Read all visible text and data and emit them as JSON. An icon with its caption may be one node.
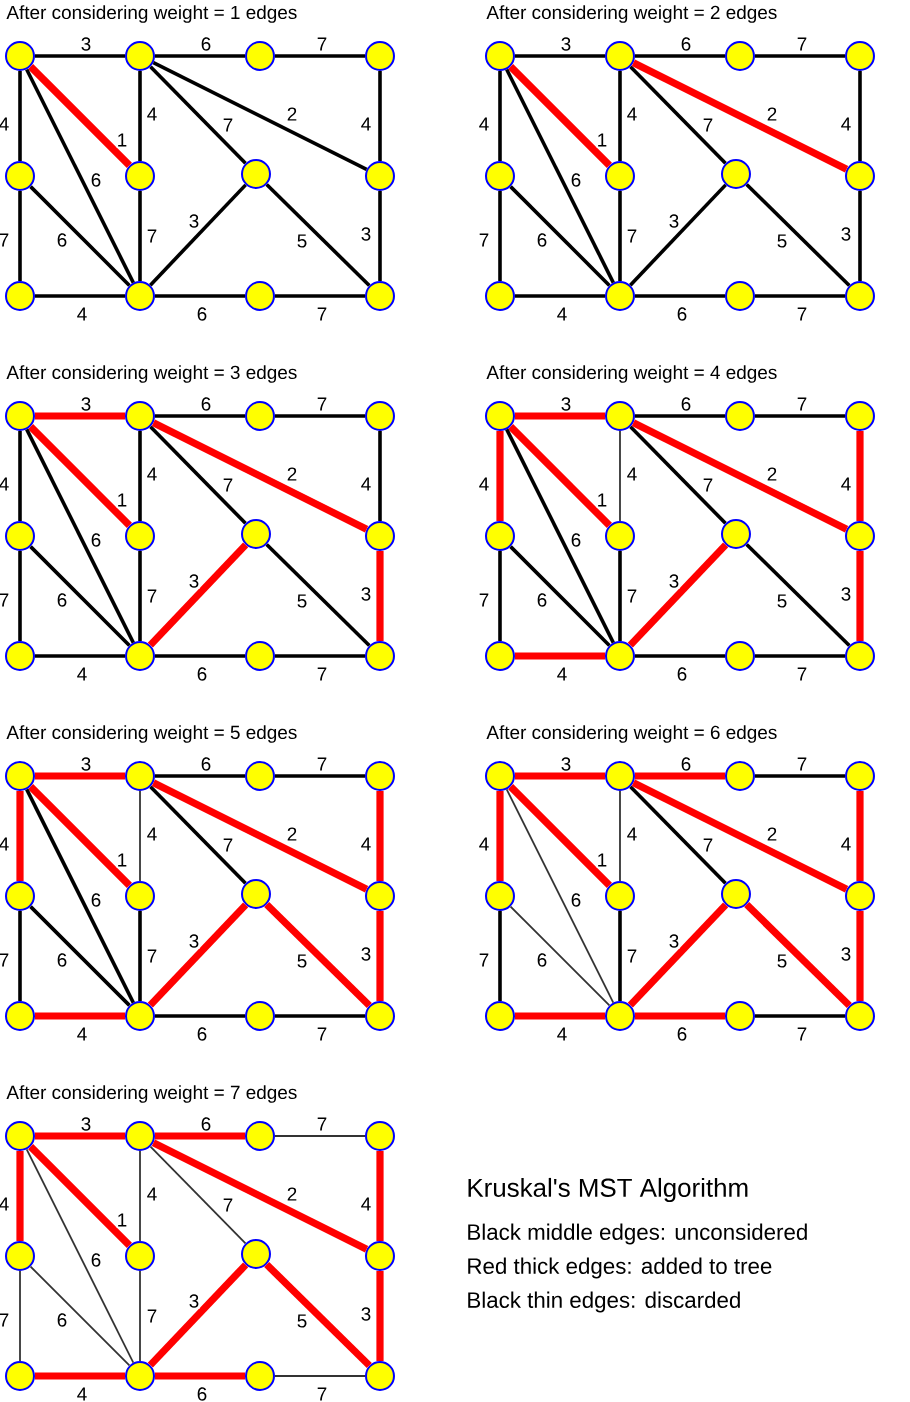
{
  "diagram": {
    "nodes": [
      {
        "text": [],
        "shape": "circle"
      },
      {
        "text": [],
        "shape": "circle"
      },
      {
        "text": [],
        "shape": "circle"
      },
      {
        "text": [],
        "shape": "circle"
      },
      {
        "text": [],
        "shape": "circle"
      },
      {
        "text": [],
        "shape": "circle"
      },
      {
        "text": [],
        "shape": "circle"
      },
      {
        "text": [],
        "shape": "circle"
      },
      {
        "text": [],
        "shape": "circle"
      },
      {
        "text": [],
        "shape": "circle"
      },
      {
        "text": [],
        "shape": "circle"
      },
      {
        "text": [],
        "shape": "circle"
      },
      {
        "text": [],
        "shape": "circle"
      },
      {
        "text": [],
        "shape": "circle"
      },
      {
        "text": [],
        "shape": "circle"
      },
      {
        "text": [],
        "shape": "circle"
      },
      {
        "text": [],
        "shape": "circle"
      },
      {
        "text": [],
        "shape": "circle"
      },
      {
        "text": [],
        "shape": "circle"
      },
      {
        "text": [],
        "shape": "circle"
      },
      {
        "text": [],
        "shape": "circle"
      },
      {
        "text": [],
        "shape": "circle"
      },
      {
        "text": [],
        "shape": "circle"
      },
      {
        "text": [],
        "shape": "circle"
      },
      {
        "text": [],
        "shape": "circle"
      },
      {
        "text": [],
        "shape": "circle"
      },
      {
        "text": [],
        "shape": "circle"
      },
      {
        "text": [],
        "shape": "circle"
      },
      {
        "text": [],
        "shape": "circle"
      },
      {
        "text": [],
        "shape": "circle"
      },
      {
        "text": [],
        "shape": "circle"
      },
      {
        "text": [],
        "shape": "circle"
      },
      {
        "text": [],
        "shape": "circle"
      },
      {
        "text": [],
        "shape": "circle"
      },
      {
        "text": [],
        "shape": "circle"
      },
      {
        "text": [],
        "shape": "circle"
      },
      {
        "text": [],
        "shape": "circle"
      },
      {
        "text": [],
        "shape": "circle"
      },
      {
        "text": [],
        "shape": "circle"
      },
      {
        "text": [],
        "shape": "circle"
      },
      {
        "text": [],
        "shape": "circle"
      },
      {
        "text": [],
        "shape": "circle"
      },
      {
        "text": [],
        "shape": "circle"
      },
      {
        "text": [],
        "shape": "circle"
      },
      {
        "text": [],
        "shape": "circle"
      },
      {
        "text": [],
        "shape": "circle"
      },
      {
        "text": [],
        "shape": "circle"
      },
      {
        "text": [],
        "shape": "circle"
      },
      {
        "text": [],
        "shape": "circle"
      },
      {
        "text": [],
        "shape": "circle"
      },
      {
        "text": [],
        "shape": "circle"
      },
      {
        "text": [],
        "shape": "circle"
      },
      {
        "text": [],
        "shape": "circle"
      },
      {
        "text": [],
        "shape": "circle"
      },
      {
        "text": [],
        "shape": "circle"
      },
      {
        "text": [],
        "shape": "circle"
      },
      {
        "text": [],
        "shape": "circle"
      },
      {
        "text": [],
        "shape": "circle"
      },
      {
        "text": [],
        "shape": "circle"
      },
      {
        "text": [],
        "shape": "circle"
      },
      {
        "text": [],
        "shape": "circle"
      },
      {
        "text": [],
        "shape": "circle"
      },
      {
        "text": [],
        "shape": "circle"
      },
      {
        "text": [],
        "shape": "circle"
      },
      {
        "text": [],
        "shape": "circle"
      },
      {
        "text": [],
        "shape": "circle"
      },
      {
        "text": [],
        "shape": "circle"
      },
      {
        "text": [],
        "shape": "circle"
      },
      {
        "text": [],
        "shape": "circle"
      },
      {
        "text": [],
        "shape": "circle"
      },
      {
        "text": [],
        "shape": "circle"
      },
      {
        "text": [],
        "shape": "circle"
      },
      {
        "text": [],
        "shape": "circle"
      },
      {
        "text": [],
        "shape": "circle"
      },
      {
        "text": [],
        "shape": "circle"
      },
      {
        "text": [],
        "shape": "circle"
      },
      {
        "text": [],
        "shape": "circle"
      },
      {
        "text": [],
        "shape": "circle"
      },
      {
        "text": [],
        "shape": "circle"
      },
      {
        "text": [],
        "shape": "circle"
      },
      {
        "text": [],
        "shape": "circle"
      },
      {
        "text": [],
        "shape": "circle"
      },
      {
        "text": [],
        "shape": "circle"
      },
      {
        "text": [],
        "shape": "circle"
      }
    ],
    "edges": [
      {
        "from": 0,
        "to": 1,
        "arrow": "none",
        "label": "3"
      },
      {
        "from": 1,
        "to": 2,
        "arrow": "none",
        "label": "6"
      },
      {
        "from": 2,
        "to": 3,
        "arrow": "none",
        "label": "7"
      },
      {
        "from": 0,
        "to": 4,
        "arrow": "none",
        "label": "4"
      },
      {
        "from": 4,
        "to": 8,
        "arrow": "none",
        "label": "7"
      },
      {
        "from": 8,
        "to": 9,
        "arrow": "none",
        "label": "4"
      },
      {
        "from": 9,
        "to": 10,
        "arrow": "none",
        "label": "6"
      },
      {
        "from": 10,
        "to": 11,
        "arrow": "none",
        "label": "7"
      },
      {
        "from": 3,
        "to": 7,
        "arrow": "none",
        "label": "4"
      },
      {
        "from": 7,
        "to": 11,
        "arrow": "none",
        "label": "3"
      },
      {
        "from": 0,
        "to": 5,
        "arrow": "none",
        "label": "1",
        "style": "thick",
        "color": "#ff0000"
      },
      {
        "from": 0,
        "to": 9,
        "arrow": "none",
        "label": "6"
      },
      {
        "from": 1,
        "to": 5,
        "arrow": "none",
        "label": "4"
      },
      {
        "from": 5,
        "to": 9,
        "arrow": "none",
        "label": "7"
      },
      {
        "from": 4,
        "to": 9,
        "arrow": "none",
        "label": "6"
      },
      {
        "from": 1,
        "to": 6,
        "arrow": "none",
        "label": "7"
      },
      {
        "from": 1,
        "to": 7,
        "arrow": "none",
        "label": "2"
      },
      {
        "from": 6,
        "to": 9,
        "arrow": "none",
        "label": "3"
      },
      {
        "from": 6,
        "to": 11,
        "arrow": "none",
        "label": "5"
      },
      {
        "from": 12,
        "to": 13,
        "arrow": "none",
        "label": "3"
      },
      {
        "from": 13,
        "to": 14,
        "arrow": "none",
        "label": "6"
      },
      {
        "from": 14,
        "to": 15,
        "arrow": "none",
        "label": "7"
      },
      {
        "from": 12,
        "to": 16,
        "arrow": "none",
        "label": "4"
      },
      {
        "from": 16,
        "to": 20,
        "arrow": "none",
        "label": "7"
      },
      {
        "from": 20,
        "to": 21,
        "arrow": "none",
        "label": "4"
      },
      {
        "from": 21,
        "to": 22,
        "arrow": "none",
        "label": "6"
      },
      {
        "from": 22,
        "to": 23,
        "arrow": "none",
        "label": "7"
      },
      {
        "from": 15,
        "to": 19,
        "arrow": "none",
        "label": "4"
      },
      {
        "from": 19,
        "to": 23,
        "arrow": "none",
        "label": "3"
      },
      {
        "from": 12,
        "to": 17,
        "arrow": "none",
        "label": "1",
        "style": "thick",
        "color": "#ff0000"
      },
      {
        "from": 12,
        "to": 21,
        "arrow": "none",
        "label": "6"
      },
      {
        "from": 13,
        "to": 17,
        "arrow": "none",
        "label": "4"
      },
      {
        "from": 17,
        "to": 21,
        "arrow": "none",
        "label": "7"
      },
      {
        "from": 16,
        "to": 21,
        "arrow": "none",
        "label": "6"
      },
      {
        "from": 13,
        "to": 18,
        "arrow": "none",
        "label": "7"
      },
      {
        "from": 13,
        "to": 19,
        "arrow": "none",
        "label": "2",
        "style": "thick",
        "color": "#ff0000"
      },
      {
        "from": 18,
        "to": 21,
        "arrow": "none",
        "label": "3"
      },
      {
        "from": 18,
        "to": 23,
        "arrow": "none",
        "label": "5"
      },
      {
        "from": 24,
        "to": 25,
        "arrow": "none",
        "label": "3",
        "style": "thick",
        "color": "#ff0000"
      },
      {
        "from": 25,
        "to": 26,
        "arrow": "none",
        "label": "6"
      },
      {
        "from": 26,
        "to": 27,
        "arrow": "none",
        "label": "7"
      },
      {
        "from": 24,
        "to": 28,
        "arrow": "none",
        "label": "4"
      },
      {
        "from": 28,
        "to": 32,
        "arrow": "none",
        "label": "7"
      },
      {
        "from": 32,
        "to": 33,
        "arrow": "none",
        "label": "4"
      },
      {
        "from": 33,
        "to": 34,
        "arrow": "none",
        "label": "6"
      },
      {
        "from": 34,
        "to": 35,
        "arrow": "none",
        "label": "7"
      },
      {
        "from": 27,
        "to": 31,
        "arrow": "none",
        "label": "4"
      },
      {
        "from": 31,
        "to": 35,
        "arrow": "none",
        "label": "3",
        "style": "thick",
        "color": "#ff0000"
      },
      {
        "from": 24,
        "to": 29,
        "arrow": "none",
        "label": "1",
        "style": "thick",
        "color": "#ff0000"
      },
      {
        "from": 24,
        "to": 33,
        "arrow": "none",
        "label": "6"
      },
      {
        "from": 25,
        "to": 29,
        "arrow": "none",
        "label": "4"
      },
      {
        "from": 29,
        "to": 33,
        "arrow": "none",
        "label": "7"
      },
      {
        "from": 28,
        "to": 33,
        "arrow": "none",
        "label": "6"
      },
      {
        "from": 25,
        "to": 30,
        "arrow": "none",
        "label": "7"
      },
      {
        "from": 25,
        "to": 31,
        "arrow": "none",
        "label": "2",
        "style": "thick",
        "color": "#ff0000"
      },
      {
        "from": 30,
        "to": 33,
        "arrow": "none",
        "label": "3",
        "style": "thick",
        "color": "#ff0000"
      },
      {
        "from": 30,
        "to": 35,
        "arrow": "none",
        "label": "5"
      },
      {
        "from": 36,
        "to": 37,
        "arrow": "none",
        "label": "3",
        "style": "thick",
        "color": "#ff0000"
      },
      {
        "from": 37,
        "to": 38,
        "arrow": "none",
        "label": "6"
      },
      {
        "from": 38,
        "to": 39,
        "arrow": "none",
        "label": "7"
      },
      {
        "from": 36,
        "to": 40,
        "arrow": "none",
        "label": "4",
        "style": "thick",
        "color": "#ff0000"
      },
      {
        "from": 40,
        "to": 44,
        "arrow": "none",
        "label": "7"
      },
      {
        "from": 44,
        "to": 45,
        "arrow": "none",
        "label": "4",
        "style": "thick",
        "color": "#ff0000"
      },
      {
        "from": 45,
        "to": 46,
        "arrow": "none",
        "label": "6"
      },
      {
        "from": 46,
        "to": 47,
        "arrow": "none",
        "label": "7"
      },
      {
        "from": 39,
        "to": 43,
        "arrow": "none",
        "label": "4",
        "style": "thick",
        "color": "#ff0000"
      },
      {
        "from": 43,
        "to": 47,
        "arrow": "none",
        "label": "3",
        "style": "thick",
        "color": "#ff0000"
      },
      {
        "from": 36,
        "to": 41,
        "arrow": "none",
        "label": "1",
        "style": "thick",
        "color": "#ff0000"
      },
      {
        "from": 36,
        "to": 45,
        "arrow": "none",
        "label": "6"
      },
      {
        "from": 37,
        "to": 41,
        "arrow": "none",
        "label": "4",
        "color": "#333333"
      },
      {
        "from": 41,
        "to": 45,
        "arrow": "none",
        "label": "7"
      },
      {
        "from": 40,
        "to": 45,
        "arrow": "none",
        "label": "6"
      },
      {
        "from": 37,
        "to": 42,
        "arrow": "none",
        "label": "7"
      },
      {
        "from": 37,
        "to": 43,
        "arrow": "none",
        "label": "2",
        "style": "thick",
        "color": "#ff0000"
      },
      {
        "from": 42,
        "to": 45,
        "arrow": "none",
        "label": "3",
        "style": "thick",
        "color": "#ff0000"
      },
      {
        "from": 42,
        "to": 47,
        "arrow": "none",
        "label": "5"
      },
      {
        "from": 48,
        "to": 49,
        "arrow": "none",
        "label": "3",
        "style": "thick",
        "color": "#ff0000"
      },
      {
        "from": 49,
        "to": 50,
        "arrow": "none",
        "label": "6"
      },
      {
        "from": 50,
        "to": 51,
        "arrow": "none",
        "label": "7"
      },
      {
        "from": 48,
        "to": 52,
        "arrow": "none",
        "label": "4",
        "style": "thick",
        "color": "#ff0000"
      },
      {
        "from": 52,
        "to": 56,
        "arrow": "none",
        "label": "7"
      },
      {
        "from": 56,
        "to": 57,
        "arrow": "none",
        "label": "4",
        "style": "thick",
        "color": "#ff0000"
      },
      {
        "from": 57,
        "to": 58,
        "arrow": "none",
        "label": "6"
      },
      {
        "from": 58,
        "to": 59,
        "arrow": "none",
        "label": "7"
      },
      {
        "from": 51,
        "to": 55,
        "arrow": "none",
        "label": "4",
        "style": "thick",
        "color": "#ff0000"
      },
      {
        "from": 55,
        "to": 59,
        "arrow": "none",
        "label": "3",
        "style": "thick",
        "color": "#ff0000"
      },
      {
        "from": 48,
        "to": 53,
        "arrow": "none",
        "label": "1",
        "style": "thick",
        "color": "#ff0000"
      },
      {
        "from": 48,
        "to": 57,
        "arrow": "none",
        "label": "6"
      },
      {
        "from": 49,
        "to": 53,
        "arrow": "none",
        "label": "4",
        "color": "#333333"
      },
      {
        "from": 53,
        "to": 57,
        "arrow": "none",
        "label": "7"
      },
      {
        "from": 52,
        "to": 57,
        "arrow": "none",
        "label": "6"
      },
      {
        "from": 49,
        "to": 54,
        "arrow": "none",
        "label": "7"
      },
      {
        "from": 49,
        "to": 55,
        "arrow": "none",
        "label": "2",
        "style": "thick",
        "color": "#ff0000"
      },
      {
        "from": 54,
        "to": 57,
        "arrow": "none",
        "label": "3",
        "style": "thick",
        "color": "#ff0000"
      },
      {
        "from": 54,
        "to": 59,
        "arrow": "none",
        "label": "5",
        "style": "thick",
        "color": "#ff0000"
      },
      {
        "from": 60,
        "to": 61,
        "arrow": "none",
        "label": "3",
        "style": "thick",
        "color": "#ff0000"
      },
      {
        "from": 61,
        "to": 62,
        "arrow": "none",
        "label": "6",
        "style": "thick",
        "color": "#ff0000"
      },
      {
        "from": 62,
        "to": 63,
        "arrow": "none",
        "label": "7"
      },
      {
        "from": 60,
        "to": 64,
        "arrow": "none",
        "label": "4",
        "style": "thick",
        "color": "#ff0000"
      },
      {
        "from": 64,
        "to": 68,
        "arrow": "none",
        "label": "7"
      },
      {
        "from": 68,
        "to": 69,
        "arrow": "none",
        "label": "4",
        "style": "thick",
        "color": "#ff0000"
      },
      {
        "from": 69,
        "to": 70,
        "arrow": "none",
        "label": "6",
        "style": "thick",
        "color": "#ff0000"
      },
      {
        "from": 70,
        "to": 71,
        "arrow": "none",
        "label": "7"
      },
      {
        "from": 63,
        "to": 67,
        "arrow": "none",
        "label": "4",
        "style": "thick",
        "color": "#ff0000"
      },
      {
        "from": 67,
        "to": 71,
        "arrow": "none",
        "label": "3",
        "style": "thick",
        "color": "#ff0000"
      },
      {
        "from": 60,
        "to": 65,
        "arrow": "none",
        "label": "1",
        "style": "thick",
        "color": "#ff0000"
      },
      {
        "from": 60,
        "to": 69,
        "arrow": "none",
        "label": "6",
        "color": "#333333"
      },
      {
        "from": 61,
        "to": 65,
        "arrow": "none",
        "label": "4",
        "color": "#333333"
      },
      {
        "from": 65,
        "to": 69,
        "arrow": "none",
        "label": "7"
      },
      {
        "from": 64,
        "to": 69,
        "arrow": "none",
        "label": "6",
        "color": "#333333"
      },
      {
        "from": 61,
        "to": 66,
        "arrow": "none",
        "label": "7"
      },
      {
        "from": 61,
        "to": 67,
        "arrow": "none",
        "label": "2",
        "style": "thick",
        "color": "#ff0000"
      },
      {
        "from": 66,
        "to": 69,
        "arrow": "none",
        "label": "3",
        "style": "thick",
        "color": "#ff0000"
      },
      {
        "from": 66,
        "to": 71,
        "arrow": "none",
        "label": "5",
        "style": "thick",
        "color": "#ff0000"
      },
      {
        "from": 72,
        "to": 73,
        "arrow": "none",
        "label": "3",
        "style": "thick",
        "color": "#ff0000"
      },
      {
        "from": 73,
        "to": 74,
        "arrow": "none",
        "label": "6",
        "style": "thick",
        "color": "#ff0000"
      },
      {
        "from": 74,
        "to": 75,
        "arrow": "none",
        "label": "7",
        "color": "#333333"
      },
      {
        "from": 72,
        "to": 76,
        "arrow": "none",
        "label": "4",
        "style": "thick",
        "color": "#ff0000"
      },
      {
        "from": 76,
        "to": 80,
        "arrow": "none",
        "label": "7",
        "color": "#333333"
      },
      {
        "from": 80,
        "to": 81,
        "arrow": "none",
        "label": "4",
        "style": "thick",
        "color": "#ff0000"
      },
      {
        "from": 81,
        "to": 82,
        "arrow": "none",
        "label": "6",
        "style": "thick",
        "color": "#ff0000"
      },
      {
        "from": 82,
        "to": 83,
        "arrow": "none",
        "label": "7",
        "color": "#333333"
      },
      {
        "from": 75,
        "to": 79,
        "arrow": "none",
        "label": "4",
        "style": "thick",
        "color": "#ff0000"
      },
      {
        "from": 79,
        "to": 83,
        "arrow": "none",
        "label": "3",
        "style": "thick",
        "color": "#ff0000"
      },
      {
        "from": 72,
        "to": 77,
        "arrow": "none",
        "label": "1",
        "style": "thick",
        "color": "#ff0000"
      },
      {
        "from": 72,
        "to": 81,
        "arrow": "none",
        "label": "6",
        "color": "#333333"
      },
      {
        "from": 73,
        "to": 77,
        "arrow": "none",
        "label": "4",
        "color": "#333333"
      },
      {
        "from": 77,
        "to": 81,
        "arrow": "none",
        "label": "7",
        "color": "#333333"
      },
      {
        "from": 76,
        "to": 81,
        "arrow": "none",
        "label": "6",
        "color": "#333333"
      },
      {
        "from": 73,
        "to": 78,
        "arrow": "none",
        "label": "7",
        "color": "#333333"
      },
      {
        "from": 73,
        "to": 79,
        "arrow": "none",
        "label": "2",
        "style": "thick",
        "color": "#ff0000"
      },
      {
        "from": 78,
        "to": 81,
        "arrow": "none",
        "label": "3",
        "style": "thick",
        "color": "#ff0000"
      },
      {
        "from": 78,
        "to": 83,
        "arrow": "none",
        "label": "5",
        "style": "thick",
        "color": "#ff0000"
      }
    ],
    "labels": [
      "After considering weight = 1 edges",
      "After considering weight = 2 edges",
      "After considering weight = 3 edges",
      "After considering weight = 4 edges",
      "After considering weight = 5 edges",
      "After considering weight = 6 edges",
      "After considering weight = 7 edges",
      "Kruskal's MST Algorithm",
      "Black middle edges: unconsidered",
      "Red thick edges: added to tree",
      "Black thin edges: discarded"
    ]
  }
}
